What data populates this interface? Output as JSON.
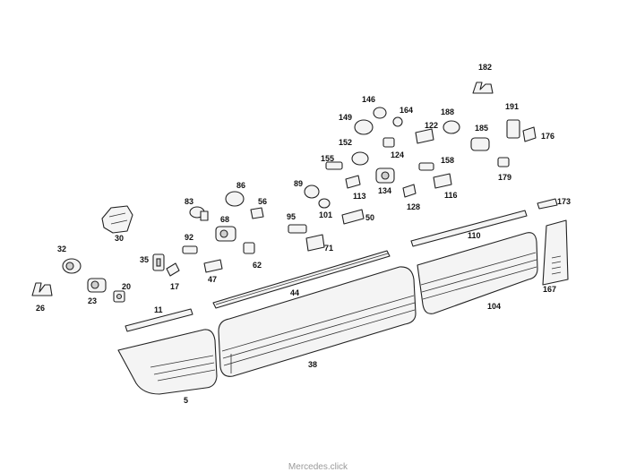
{
  "callouts": [
    "182",
    "191",
    "176",
    "146",
    "164",
    "149",
    "122",
    "188",
    "185",
    "152",
    "124",
    "155",
    "158",
    "179",
    "89",
    "86",
    "56",
    "83",
    "113",
    "134",
    "116",
    "128",
    "173",
    "68",
    "95",
    "101",
    "50",
    "30",
    "92",
    "71",
    "110",
    "62",
    "35",
    "47",
    "32",
    "17",
    "20",
    "23",
    "26",
    "11",
    "44",
    "104",
    "167",
    "38",
    "5"
  ],
  "watermark": "Mercedes.click"
}
